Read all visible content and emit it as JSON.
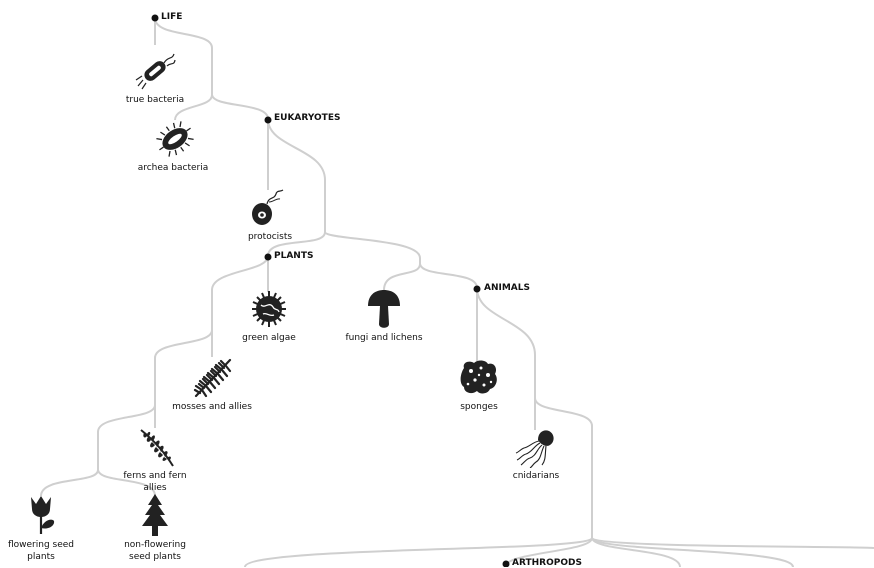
{
  "clades": {
    "life": "LIFE",
    "eukaryotes": "EUKARYOTES",
    "plants": "PLANTS",
    "animals": "ANIMALS",
    "arthropods": "ARTHROPODS"
  },
  "leaves": {
    "true_bacteria": "true bacteria",
    "archea_bacteria": "archea bacteria",
    "protocists": "protocists",
    "green_algae": "green algae",
    "fungi_lichens": "fungi and lichens",
    "mosses": "mosses and allies",
    "sponges": "sponges",
    "ferns": [
      "ferns and fern",
      "allies"
    ],
    "cnidarians": "cnidarians",
    "flowering": [
      "flowering seed",
      "plants"
    ],
    "non_flowering": [
      "non-flowering",
      "seed plants"
    ]
  },
  "icons": {
    "true_bacteria": "bacterium-icon",
    "archea_bacteria": "archaea-icon",
    "protocists": "protist-icon",
    "green_algae": "algae-icon",
    "fungi_lichens": "mushroom-icon",
    "mosses": "moss-icon",
    "sponges": "sponge-icon",
    "ferns": "fern-icon",
    "cnidarians": "jellyfish-icon",
    "flowering": "flower-icon",
    "non_flowering": "conifer-tree-icon"
  },
  "colors": {
    "edge": "#cfcfcf",
    "node": "#111111",
    "icon": "#222222"
  }
}
